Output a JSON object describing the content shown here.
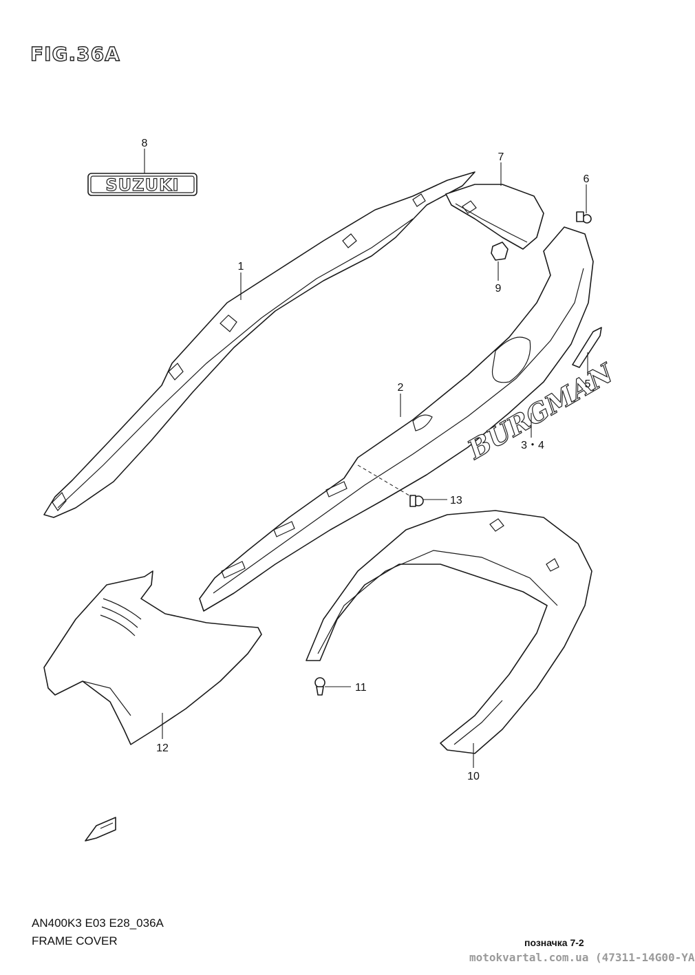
{
  "figure": {
    "title": "FIG.36A"
  },
  "emblems": {
    "suzuki": "SUZUKI",
    "burgman": "BURGMAN"
  },
  "callouts": {
    "c1": "1",
    "c2": "2",
    "c3_4": "3・4",
    "c5": "5",
    "c6": "6",
    "c7": "7",
    "c8": "8",
    "c9": "9",
    "c10": "10",
    "c11": "11",
    "c12": "12",
    "c13": "13"
  },
  "footer": {
    "model_code": "AN400K3 E03 E28_036A",
    "section_name": "FRAME COVER",
    "mark": "позначка 7-2",
    "watermark": "motokvartal.com.ua (47311-14G00-YA"
  }
}
